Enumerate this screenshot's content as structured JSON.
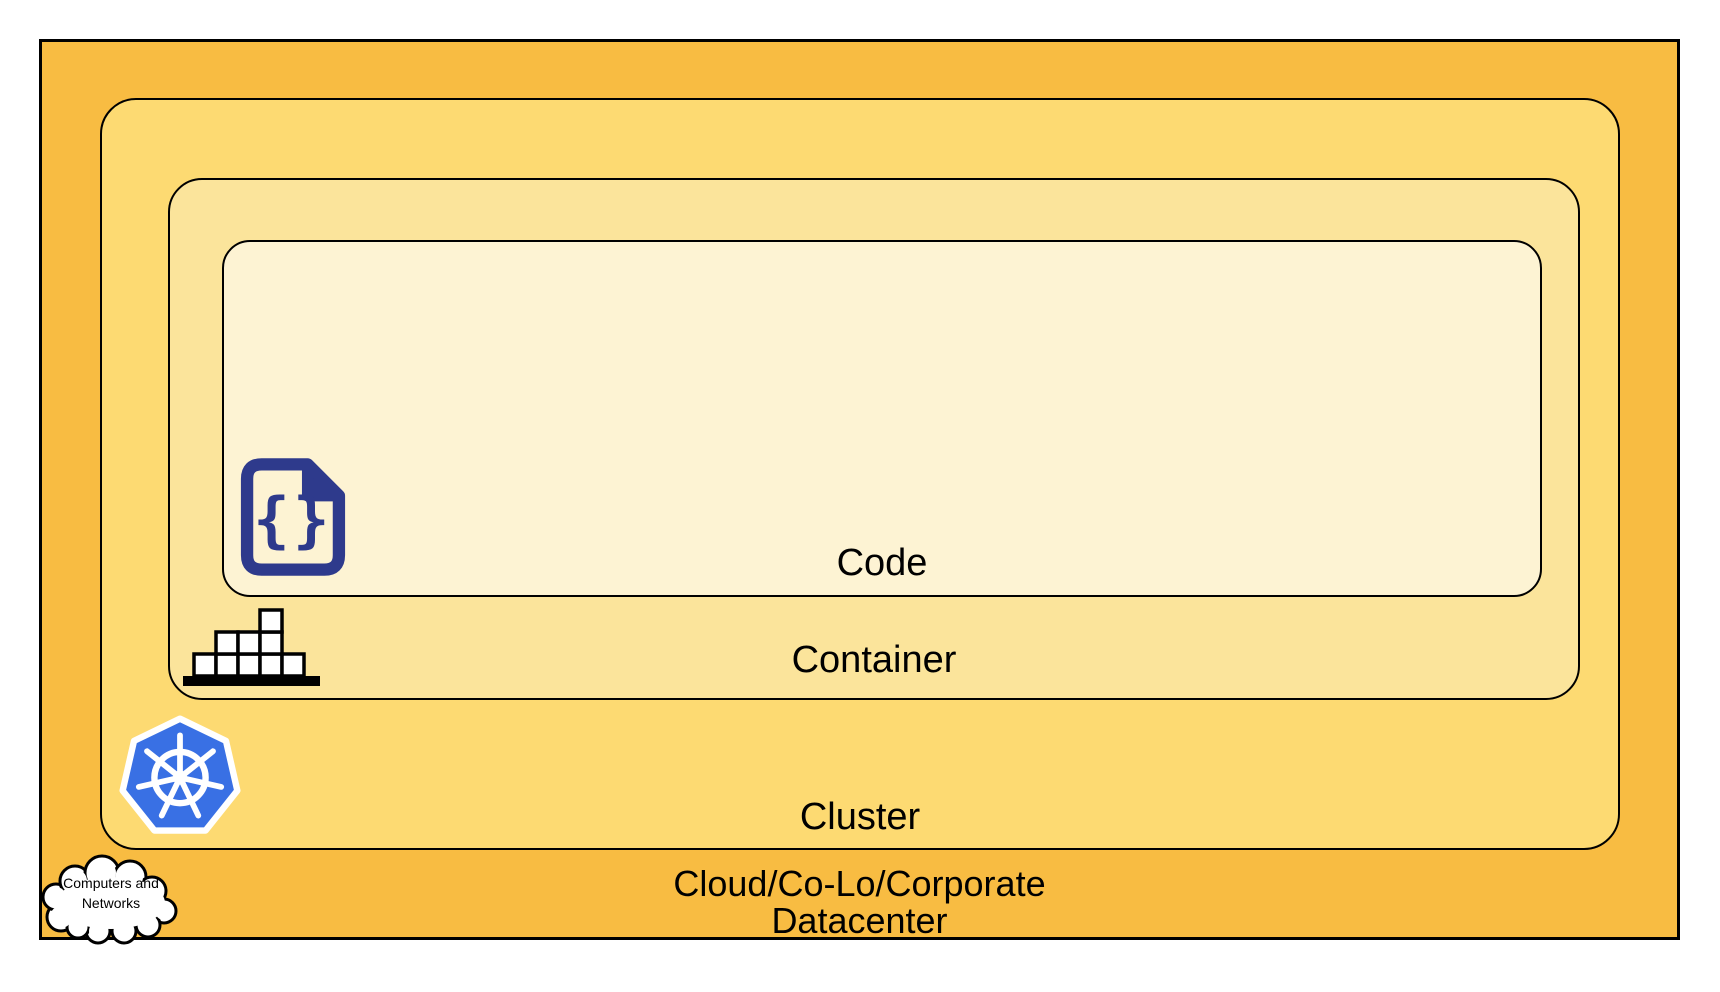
{
  "diagram": {
    "background": "#FFFFFF",
    "outline_color": "#000000",
    "layers": {
      "datacenter": {
        "label_line1": "Cloud/Co-Lo/Corporate",
        "label_line2": "Datacenter",
        "fill": "#F8BC42"
      },
      "cluster": {
        "label": "Cluster",
        "fill": "#FDDA72"
      },
      "container": {
        "label": "Container",
        "fill": "#FBE49B"
      },
      "code": {
        "label": "Code",
        "fill": "#FDF3D3"
      }
    },
    "icons": {
      "code_file": {
        "glyph": "{}",
        "color": "#2E3A8C"
      },
      "container_stack": {
        "box_fill": "#FFFFFF",
        "outline": "#000000"
      },
      "kubernetes": {
        "color": "#3970E4",
        "wheel_color": "#FFFFFF"
      },
      "cloud": {
        "label_line1": "Computers and",
        "label_line2": "Networks",
        "fill": "#FFFFFF",
        "outline": "#000000"
      }
    }
  }
}
